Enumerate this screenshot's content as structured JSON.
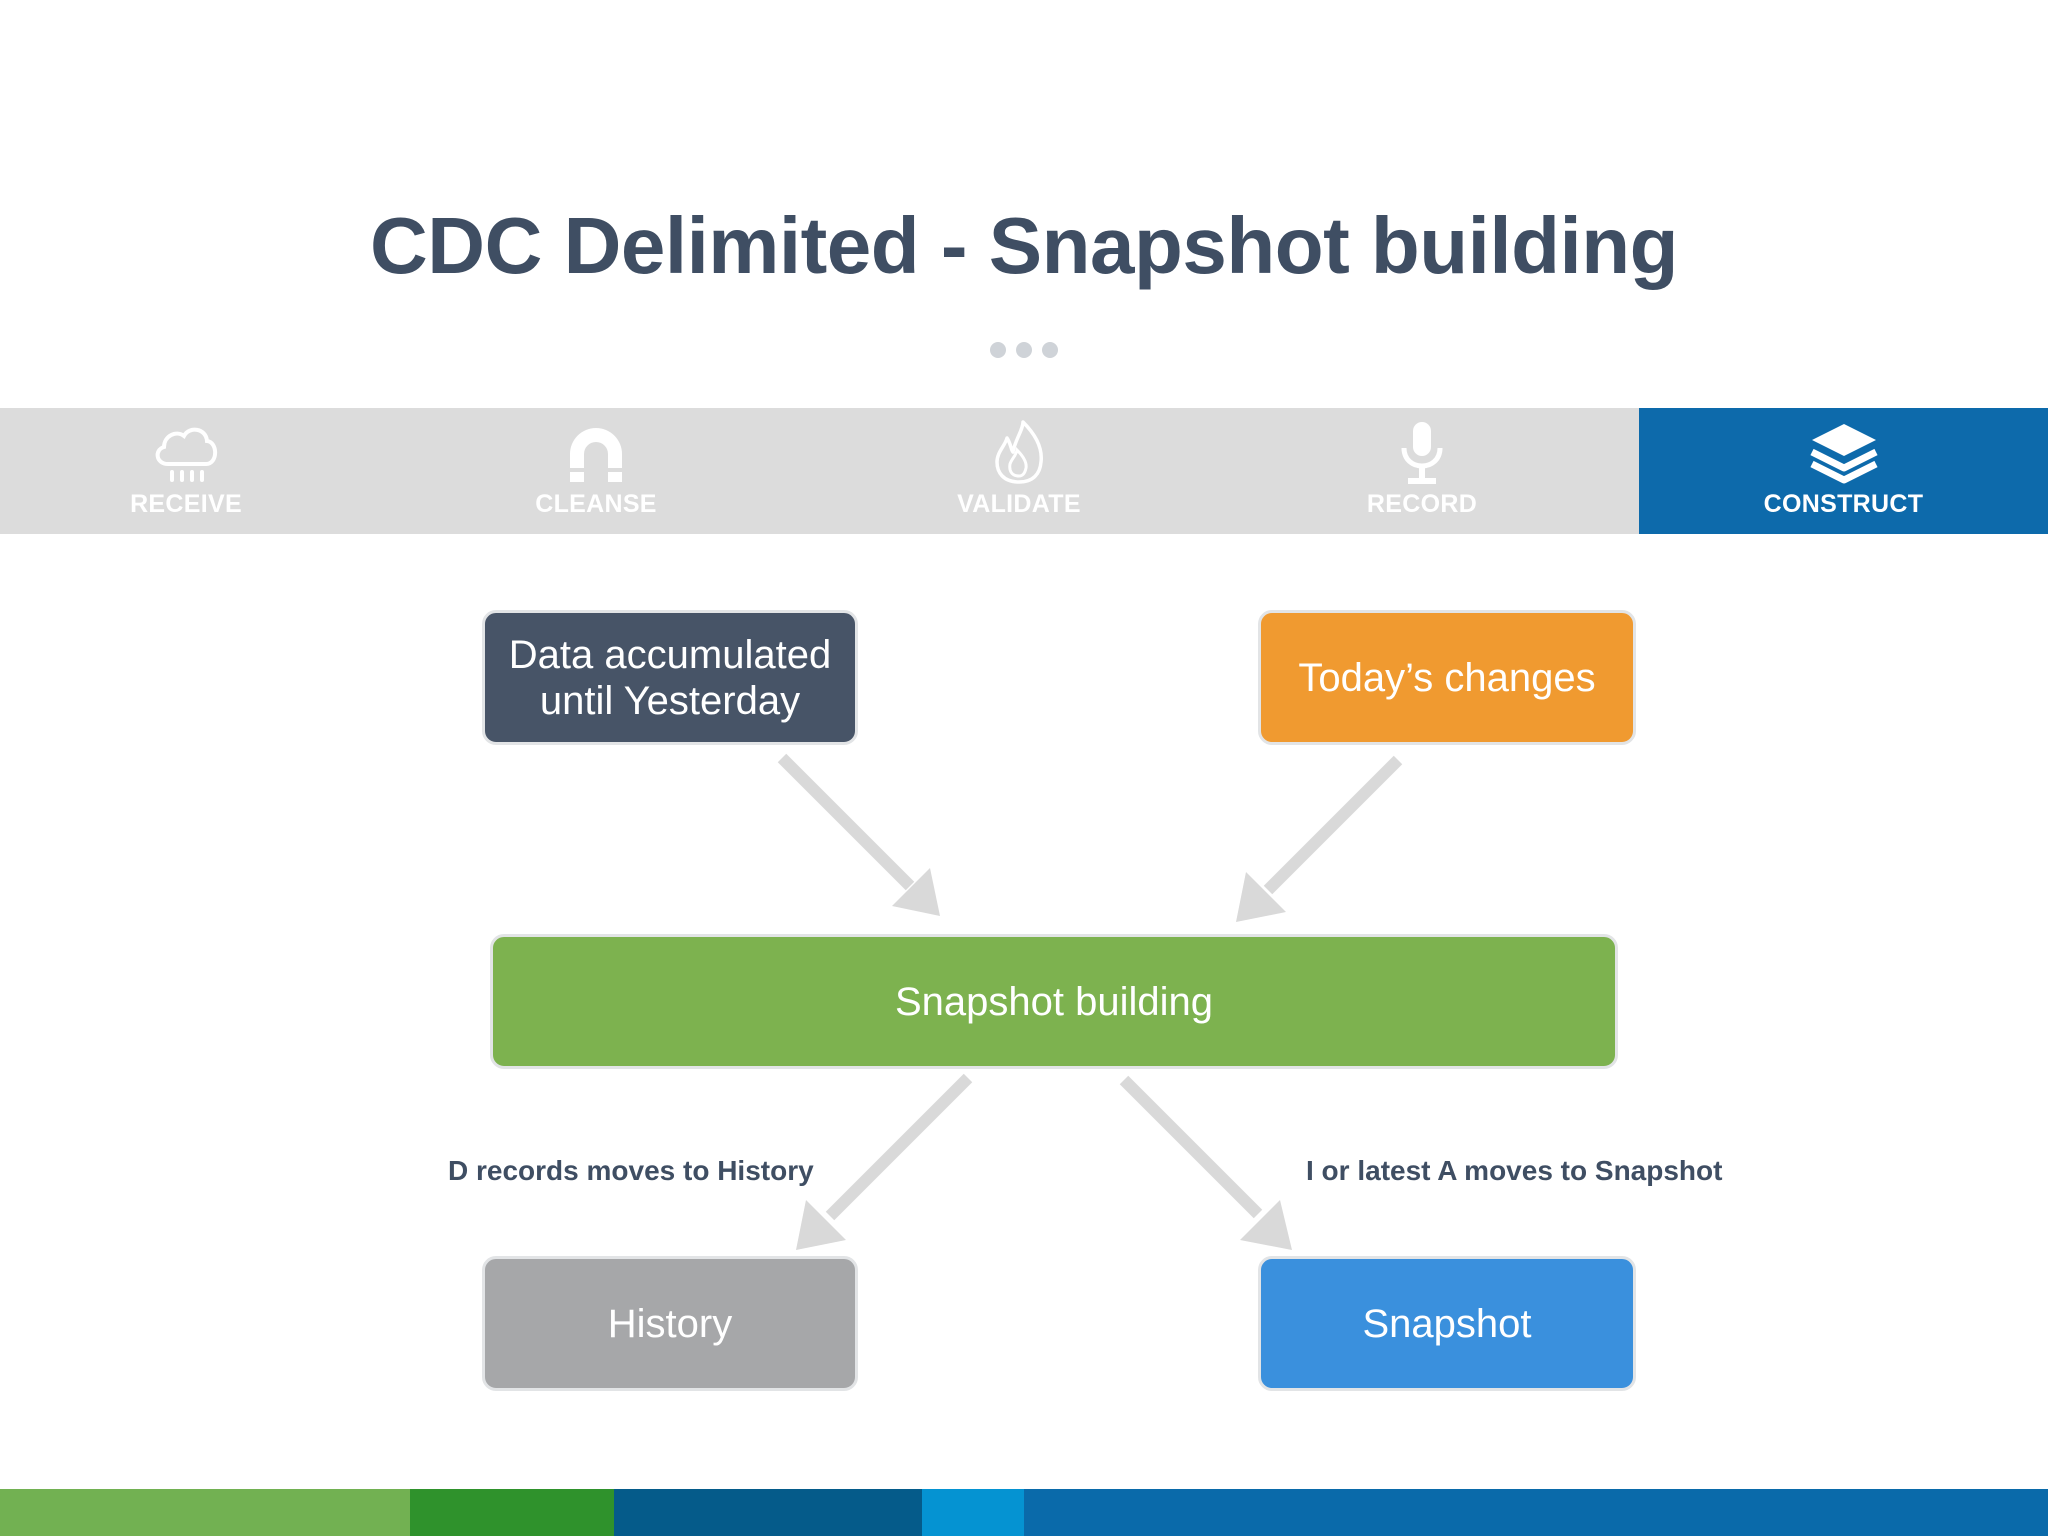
{
  "title": "CDC Delimited - Snapshot building",
  "steps": [
    {
      "label": "RECEIVE",
      "icon": "cloud-rain-icon",
      "active": false
    },
    {
      "label": "CLEANSE",
      "icon": "magnet-icon",
      "active": false
    },
    {
      "label": "VALIDATE",
      "icon": "flame-icon",
      "active": false
    },
    {
      "label": "RECORD",
      "icon": "microphone-icon",
      "active": false
    },
    {
      "label": "CONSTRUCT",
      "icon": "layers-icon",
      "active": true
    }
  ],
  "nodes": {
    "yesterday": "Data accumulated\nuntil Yesterday",
    "today": "Today’s changes",
    "build": "Snapshot building",
    "history": "History",
    "snapshot": "Snapshot"
  },
  "edges": {
    "to_history": "D records moves to History",
    "to_snapshot": "I or latest A moves to Snapshot"
  },
  "colors": {
    "title": "#3f4e63",
    "step_bar": "#dcdcdc",
    "step_active": "#0d6aab",
    "yesterday": "#475467",
    "today": "#f09a30",
    "build": "#7db24f",
    "history": "#a6a7a9",
    "snapshot": "#3a90dd",
    "arrow": "#d9d9d9"
  }
}
